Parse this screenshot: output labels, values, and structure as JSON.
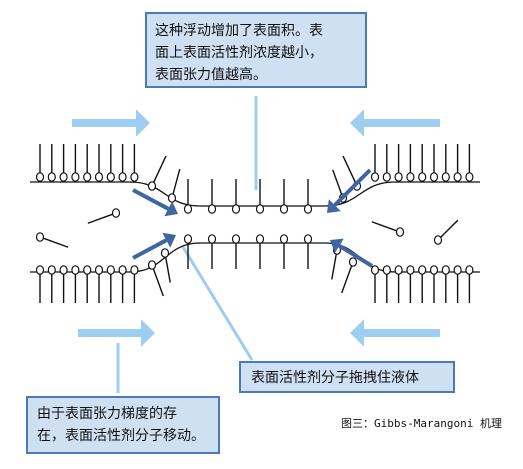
{
  "callouts": {
    "top": [
      "这种浮动增加了表面积。表",
      "面上表面活性剂浓度越小，",
      "表面张力值越高。"
    ],
    "middle": "表面活性剂分子拖拽住液体",
    "bottom_left": [
      "由于表面张力梯度的存",
      "在，表面活性剂分子移动。"
    ]
  },
  "caption": "图三：Gibbs-Marangoni 机理",
  "colors": {
    "light_arrow": "#9dcdf0",
    "dark_arrow": "#3f66a0",
    "callout_fill": "#cfe0f3",
    "callout_border": "#4d7ab7",
    "molecule": "#111111"
  }
}
